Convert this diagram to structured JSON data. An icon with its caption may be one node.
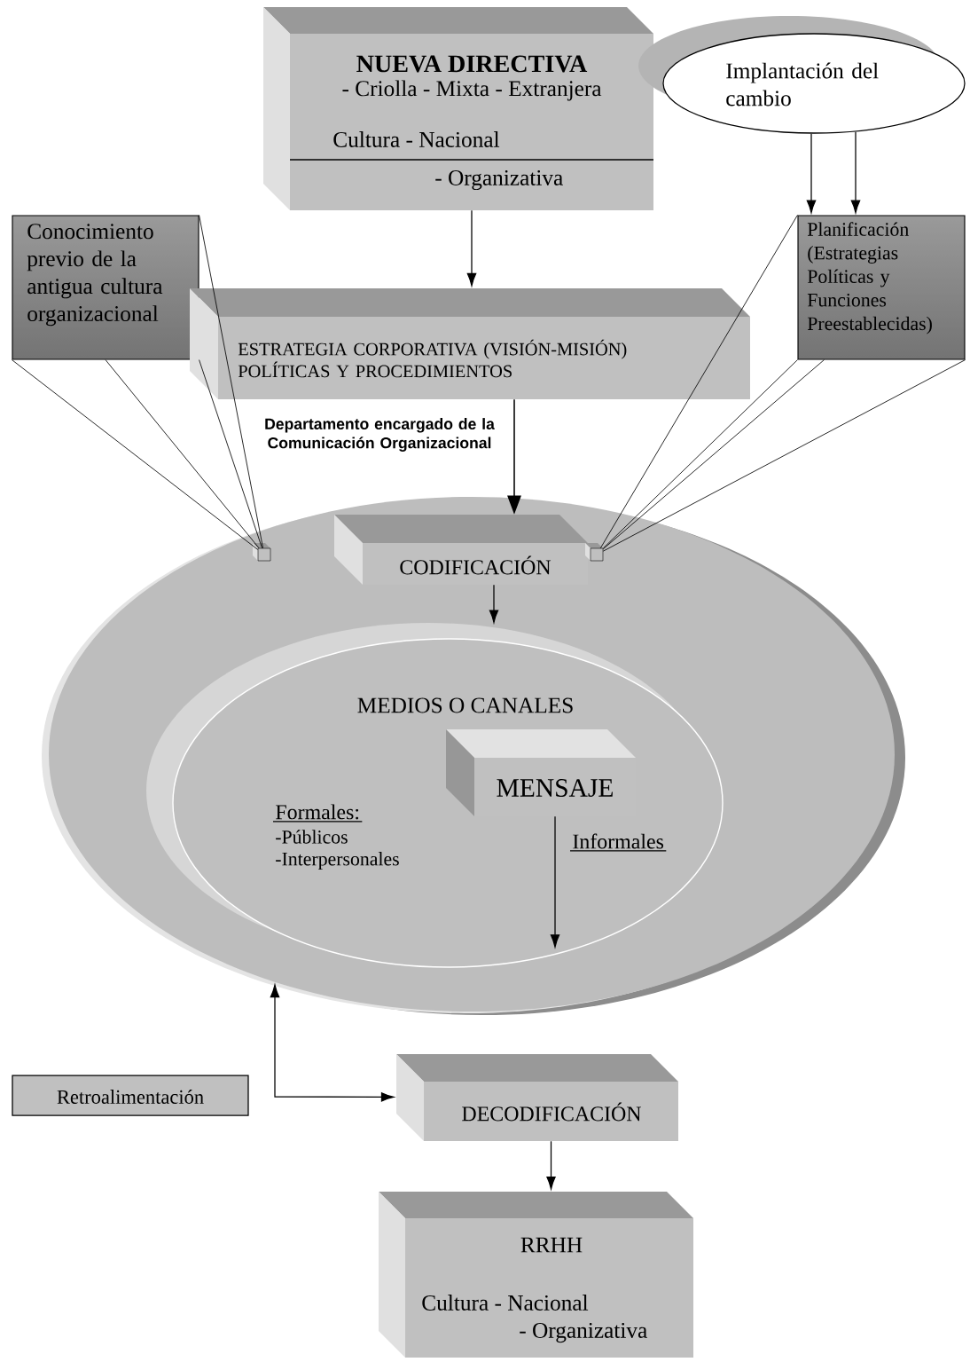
{
  "diagram": {
    "nodes": [
      {
        "text": [
          "NUEVA DIRECTIVA",
          "- Criolla - Mixta - Extranjera",
          "Cultura - Nacional",
          "- Organizativa"
        ]
      },
      {
        "text": [
          "Implantación del cambio"
        ]
      },
      {
        "text": [
          "Conocimiento previo de la antigua cultura organizacional"
        ]
      },
      {
        "text": [
          "ESTRATEGIA CORPORATIVA (VISIÓN-MISIÓN) POLÍTICAS Y PROCEDIMIENTOS"
        ]
      },
      {
        "text": [
          "Planificación (Estrategias Políticas y Funciones Preestablecidas)"
        ]
      },
      {
        "text": [],
        "shape": "ellipse"
      },
      {
        "text": [
          "CODIFICACIÓN"
        ],
        "in": 5
      },
      {
        "text": [
          "MEDIOS O CANALES",
          "Formales:",
          "-Públicos",
          "-Interpersonales",
          "Informales"
        ],
        "in": 5
      },
      {
        "text": [
          "MENSAJE"
        ],
        "in": 7
      },
      {
        "text": [],
        "shape": "box",
        "in": 5
      },
      {
        "text": [],
        "shape": "box",
        "in": 5
      },
      {
        "text": [
          "Retroalimentación"
        ]
      },
      {
        "text": [
          "DECODIFICACIÓN"
        ]
      },
      {
        "text": [
          "RRHH",
          "Cultura - Nacional",
          "- Organizativa"
        ]
      }
    ],
    "edges": [
      {
        "from": 0,
        "to": 3,
        "arrow": "to"
      },
      {
        "from": 1,
        "to": 4,
        "arrow": "to"
      },
      {
        "from": 1,
        "to": 4,
        "arrow": "to"
      },
      {
        "from": 2,
        "to": 9,
        "arrow": "none"
      },
      {
        "from": 2,
        "to": 9,
        "arrow": "none"
      },
      {
        "from": 2,
        "to": 9,
        "arrow": "none"
      },
      {
        "from": 2,
        "to": 9,
        "arrow": "none"
      },
      {
        "from": 4,
        "to": 10,
        "arrow": "none"
      },
      {
        "from": 4,
        "to": 10,
        "arrow": "none"
      },
      {
        "from": 4,
        "to": 10,
        "arrow": "none"
      },
      {
        "from": 4,
        "to": 10,
        "arrow": "none"
      },
      {
        "from": 3,
        "to": 6,
        "arrow": "to"
      },
      {
        "from": 6,
        "to": 7,
        "arrow": "to"
      },
      {
        "from": 8,
        "to": null,
        "arrow": "to"
      },
      {
        "from": 5,
        "to": 12,
        "arrow": "both"
      },
      {
        "from": 12,
        "to": 13,
        "arrow": "to"
      }
    ],
    "labels": [
      "Departamento encargado de la Comunicación Organizacional"
    ]
  }
}
